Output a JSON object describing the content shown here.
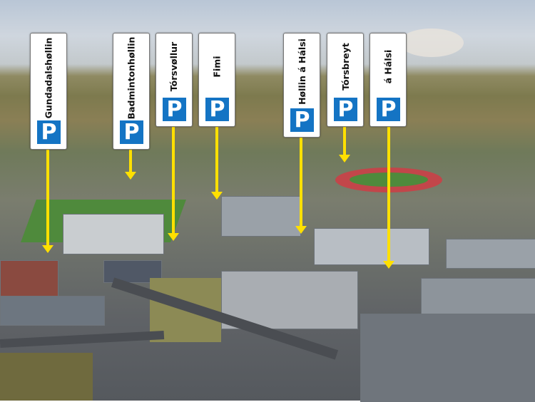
{
  "signs": [
    {
      "label": "Gundadalshøllin",
      "icon": "P"
    },
    {
      "label": "Badmintonhøllin",
      "icon": "P"
    },
    {
      "label": "Tórsvøllur",
      "icon": "P"
    },
    {
      "label": "Fimi",
      "icon": "P"
    },
    {
      "label": "Høllin á Hálsi",
      "icon": "P"
    },
    {
      "label": "Tórsbreyt",
      "icon": "P"
    },
    {
      "label": "á Hálsi",
      "icon": "P"
    }
  ],
  "colors": {
    "parking_blue": "#1474c4",
    "arrow_yellow": "#ffe000"
  }
}
